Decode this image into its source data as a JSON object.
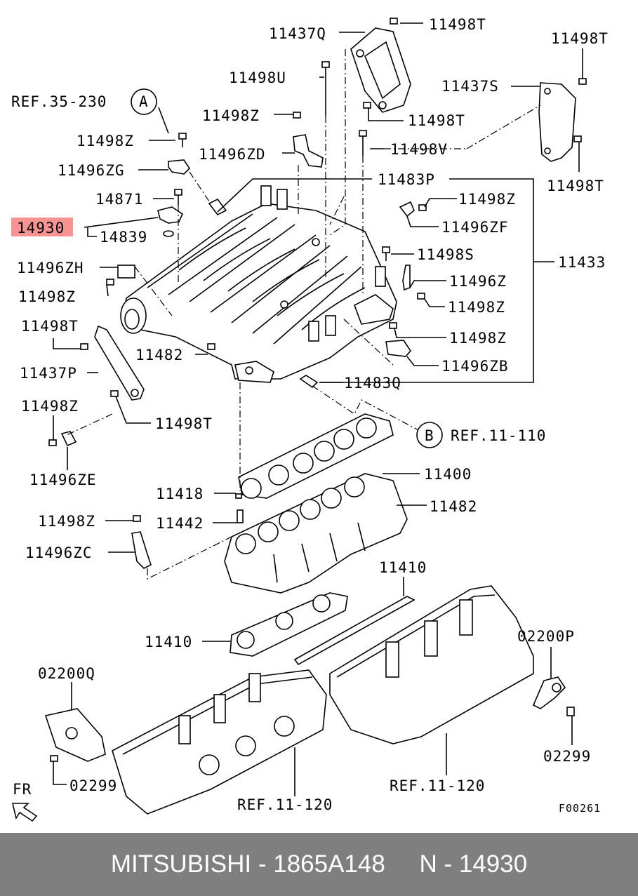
{
  "labels": {
    "p11437q": "11437Q",
    "p11498t_top": "11498T",
    "p11498t_tr": "11498T",
    "p11498u": "11498U",
    "p11437s": "11437S",
    "ref35": "REF.35-230",
    "circleA": "A",
    "p11498z_a": "11498Z",
    "p11498t_b": "11498T",
    "p11498z_b": "11498Z",
    "p11496zd": "11496ZD",
    "p11498v": "11498V",
    "p11498t_r": "11498T",
    "p11496zg": "11496ZG",
    "p11483p": "11483P",
    "p14871": "14871",
    "p11498z_c": "11498Z",
    "p14930": "14930",
    "p11496zf": "11496ZF",
    "p14839": "14839",
    "p11498s": "11498S",
    "p11433": "11433",
    "p11496zh": "11496ZH",
    "p11496z": "11496Z",
    "p11498z_d": "11498Z",
    "p11498z_e": "11498Z",
    "p11498t_l": "11498T",
    "p11498z_f": "11498Z",
    "p11482_a": "11482",
    "p11496zb": "11496ZB",
    "p11437p": "11437P",
    "p11483q": "11483Q",
    "p11498z_g": "11498Z",
    "p11498t_c": "11498T",
    "circleB": "B",
    "ref11110": "REF.11-110",
    "p11496ze": "11496ZE",
    "p11400": "11400",
    "p11418": "11418",
    "p11482_b": "11482",
    "p11498z_h": "11498Z",
    "p11442": "11442",
    "p11496zc": "11496ZC",
    "p11410_a": "11410",
    "p11410_b": "11410",
    "p02200p": "02200P",
    "p02200q": "02200Q",
    "p02299_r": "02299",
    "p02299_l": "02299",
    "ref11120_r": "REF.11-120",
    "ref11120_l": "REF.11-120",
    "fr": "FR",
    "figcode": "F00261"
  },
  "footer": {
    "text": "MITSUBISHI - 1865A148     N - 14930"
  },
  "colors": {
    "highlight": "#f79393",
    "footer_bg": "#7f7f7f",
    "footer_text": "#ffffff"
  }
}
